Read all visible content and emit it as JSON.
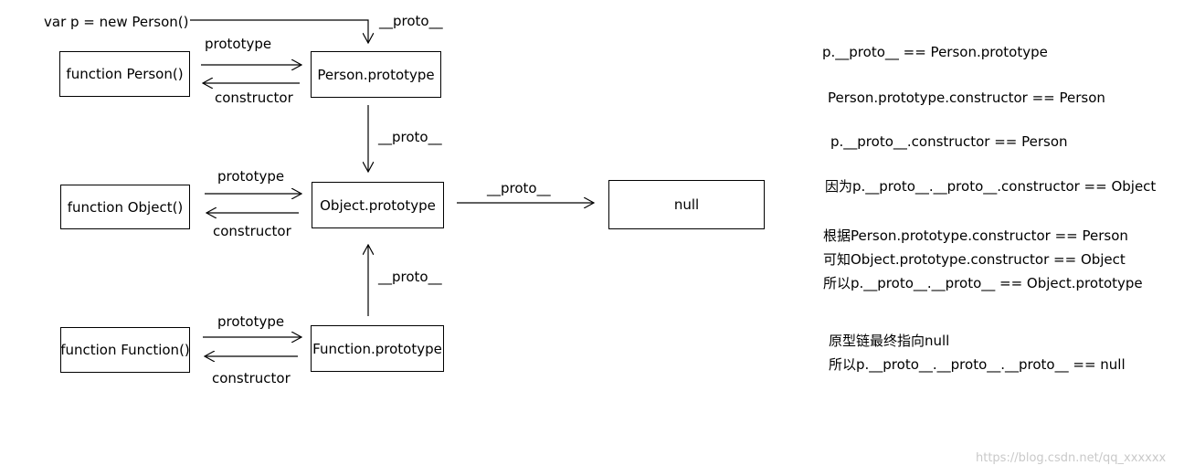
{
  "diagram": {
    "code_label": "var p = new Person()",
    "boxes": {
      "person_fn": "function Person()",
      "person_proto": "Person.prototype",
      "object_fn": "function Object()",
      "object_proto": "Object.prototype",
      "function_fn": "function Function()",
      "function_proto": "Function.prototype",
      "null_box": "null"
    },
    "edge_labels": {
      "prototype": "prototype",
      "constructor": "constructor",
      "proto": "__proto__"
    }
  },
  "notes": [
    "p.__proto__ == Person.prototype",
    "Person.prototype.constructor ==  Person",
    "p.__proto__.constructor ==  Person",
    "因为p.__proto__.__proto__.constructor == Object",
    "根据Person.prototype.constructor == Person",
    "可知Object.prototype.constructor == Object",
    "所以p.__proto__.__proto__ == Object.prototype",
    "原型链最终指向null",
    "所以p.__proto__.__proto__.__proto__ == null"
  ],
  "watermark": "https://blog.csdn.net/qq_xxxxxx"
}
